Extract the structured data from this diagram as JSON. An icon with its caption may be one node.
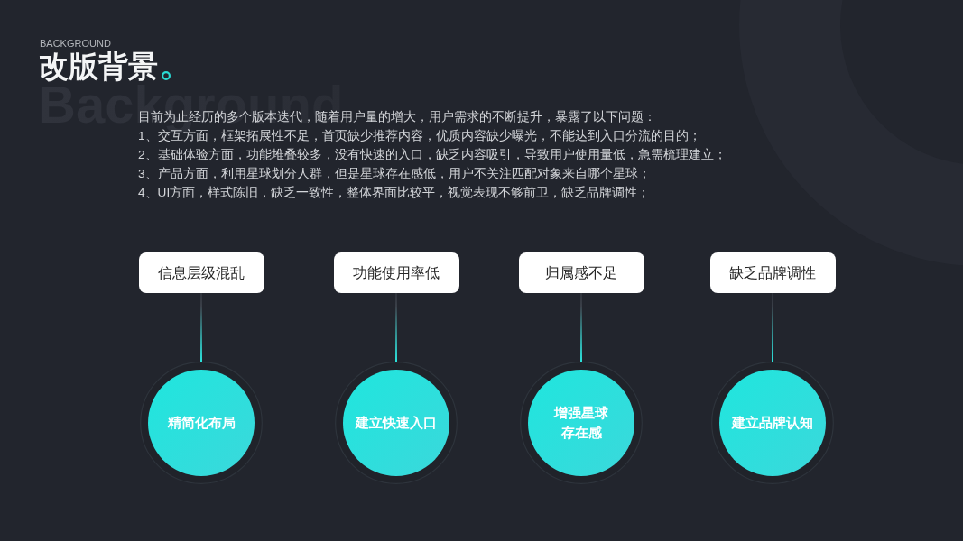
{
  "diagram": {
    "title": "改版背景",
    "nodes": [
      {
        "text": [
          "信息层级混乱"
        ]
      },
      {
        "text": [
          "功能使用率低"
        ]
      },
      {
        "text": [
          "归属感不足"
        ]
      },
      {
        "text": [
          "缺乏品牌调性"
        ]
      },
      {
        "text": [
          "精简化布局"
        ]
      },
      {
        "text": [
          "建立快速入口"
        ]
      },
      {
        "text": [
          "增强星球存在感"
        ]
      },
      {
        "text": [
          "建立品牌认知"
        ]
      }
    ],
    "edges": [
      {
        "from": 0,
        "to": 4,
        "arrow": "none"
      },
      {
        "from": 1,
        "to": 5,
        "arrow": "none"
      },
      {
        "from": 2,
        "to": 6,
        "arrow": "none"
      },
      {
        "from": 3,
        "to": 7,
        "arrow": "none"
      }
    ],
    "labels": [
      "BACKGROUND",
      "Background",
      "目前为止经历的多个版本迭代，随着用户量的增大，用户需求的不断提升，暴露了以下问题：",
      "1、交互方面，框架拓展性不足，首页缺少推荐内容，优质内容缺少曝光，不能达到入口分流的目的；",
      "2、基础体验方面，功能堆叠较多，没有快速的入口，缺乏内容吸引，导致用户使用量低，急需梳理建立；",
      "3、产品方面，利用星球划分人群，但是星球存在感低，用户不关注匹配对象来自哪个星球；",
      "4、UI方面，样式陈旧，缺乏一致性，整体界面比较平，视觉表现不够前卫，缺乏品牌调性；"
    ]
  }
}
